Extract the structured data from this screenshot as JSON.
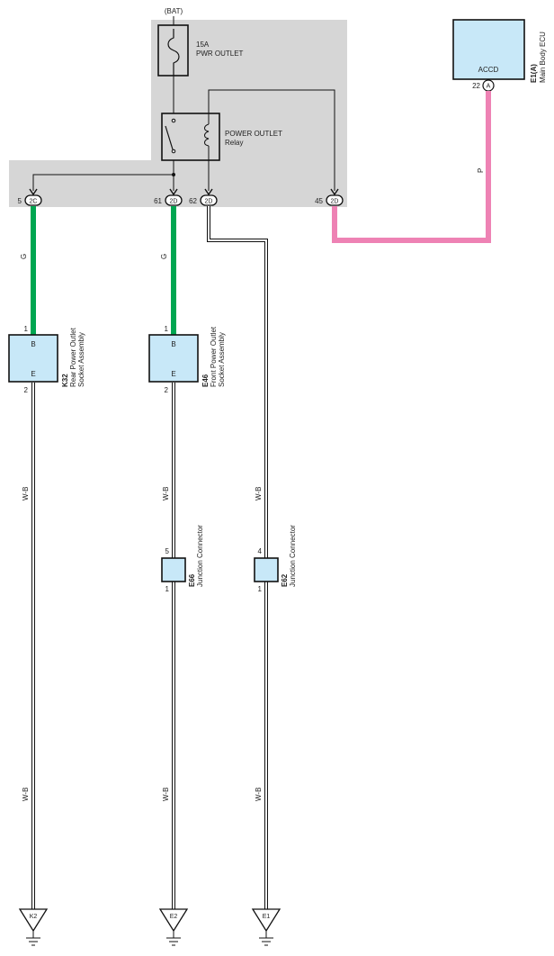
{
  "power": {
    "source": "(BAT)"
  },
  "fuse": {
    "rating": "15A",
    "name": "PWR OUTLET"
  },
  "relay": {
    "line1": "POWER OUTLET",
    "line2": "Relay"
  },
  "ecu": {
    "terminal": "ACCD",
    "pin": "22",
    "connector": "A",
    "code": "E1(A)",
    "name": "Main Body ECU",
    "wire_color": "P"
  },
  "junction_block_pins": [
    {
      "pin": "5",
      "conn": "2C"
    },
    {
      "pin": "61",
      "conn": "2D"
    },
    {
      "pin": "62",
      "conn": "2D"
    },
    {
      "pin": "45",
      "conn": "2D"
    }
  ],
  "rear_socket": {
    "pin_top": "1",
    "pin_bottom": "2",
    "term_top": "B",
    "term_bottom": "E",
    "code": "K32",
    "line1": "Rear Power Outlet",
    "line2": "Socket Assembly",
    "wire_top": "G",
    "wire_bottom": "W-B",
    "wire_bottom2": "W-B",
    "ground": "K2"
  },
  "front_socket": {
    "pin_top": "1",
    "pin_bottom": "2",
    "term_top": "B",
    "term_bottom": "E",
    "code": "E46",
    "line1": "Front Power Outlet",
    "line2": "Socket Assembly",
    "wire_top": "G",
    "wire_mid": "W-B",
    "wire_bottom": "W-B",
    "ground": "E2"
  },
  "junction_e66": {
    "code": "E66",
    "name": "Junction Connector",
    "pin_top": "5",
    "pin_bottom": "1"
  },
  "junction_e62": {
    "code": "E62",
    "name": "Junction Connector",
    "pin_top": "4",
    "pin_bottom": "1"
  },
  "wire_62": {
    "wire_mid": "W-B",
    "wire_bottom": "W-B",
    "ground": "E1"
  },
  "colors": {
    "block": "#d6d6d6",
    "component": "#c8e8f8",
    "green_wire": "#00a651",
    "pink_wire": "#ee82b4"
  }
}
